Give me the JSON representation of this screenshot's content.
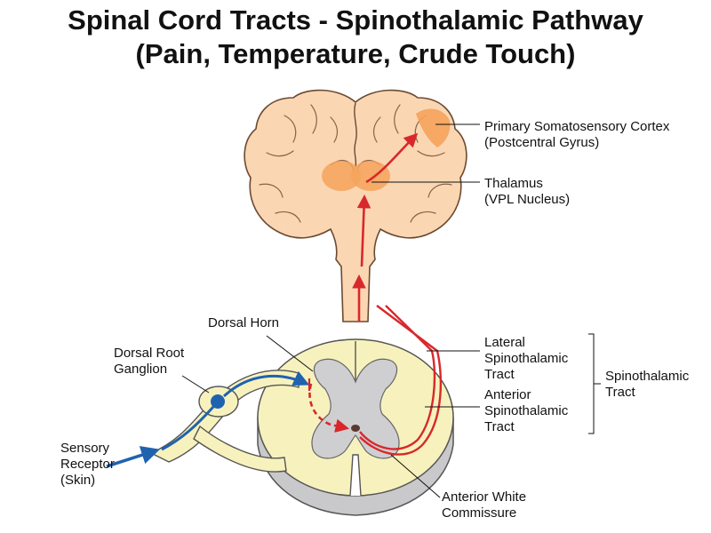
{
  "title": {
    "line1": "Spinal Cord Tracts - Spinothalamic Pathway",
    "line2": "(Pain, Temperature, Crude Touch)"
  },
  "labels": {
    "cortex": {
      "line1": "Primary Somatosensory Cortex",
      "line2": "(Postcentral Gyrus)"
    },
    "thalamus": {
      "line1": "Thalamus",
      "line2": "(VPL Nucleus)"
    },
    "dorsal_horn": "Dorsal Horn",
    "drg": {
      "line1": "Dorsal Root",
      "line2": "Ganglion"
    },
    "receptor": {
      "line1": "Sensory",
      "line2": "Receptor",
      "line3": "(Skin)"
    },
    "lateral": {
      "line1": "Lateral",
      "line2": "Spinothalamic",
      "line3": "Tract"
    },
    "anterior": {
      "line1": "Anterior",
      "line2": "Spinothalamic",
      "line3": "Tract"
    },
    "group": {
      "line1": "Spinothalamic",
      "line2": "Tract"
    },
    "commissure": {
      "line1": "Anterior White",
      "line2": "Commissure"
    }
  },
  "colors": {
    "brain": "#fbd6b3",
    "thalamus": "#f5a35b",
    "cortex_area": "#f5a35b",
    "white_matter": "#f7f2bd",
    "gray_matter": "#cfcfd2",
    "pathway_red": "#d8282c",
    "sensory_blue": "#1f63b0"
  }
}
